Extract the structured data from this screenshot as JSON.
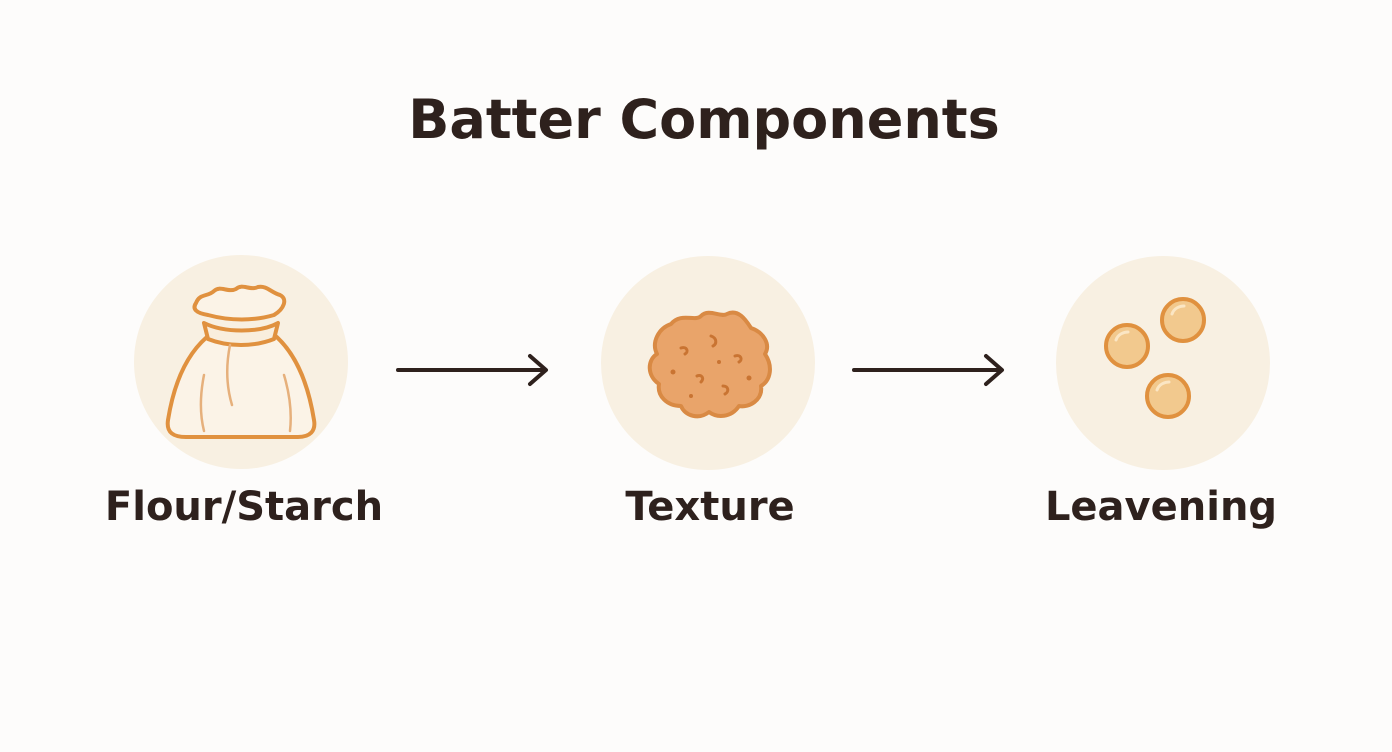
{
  "title": "Batter Components",
  "components": [
    {
      "label": "Flour/Starch",
      "icon": "flour-sack-icon"
    },
    {
      "label": "Texture",
      "icon": "crumb-texture-icon"
    },
    {
      "label": "Leavening",
      "icon": "bubbles-icon"
    }
  ],
  "colors": {
    "text": "#2e211d",
    "circle_bg": "#f8f0e2",
    "icon_stroke": "#e0913f",
    "crumb_fill": "#e9a46a",
    "bubble_fill": "#f2c98e"
  }
}
